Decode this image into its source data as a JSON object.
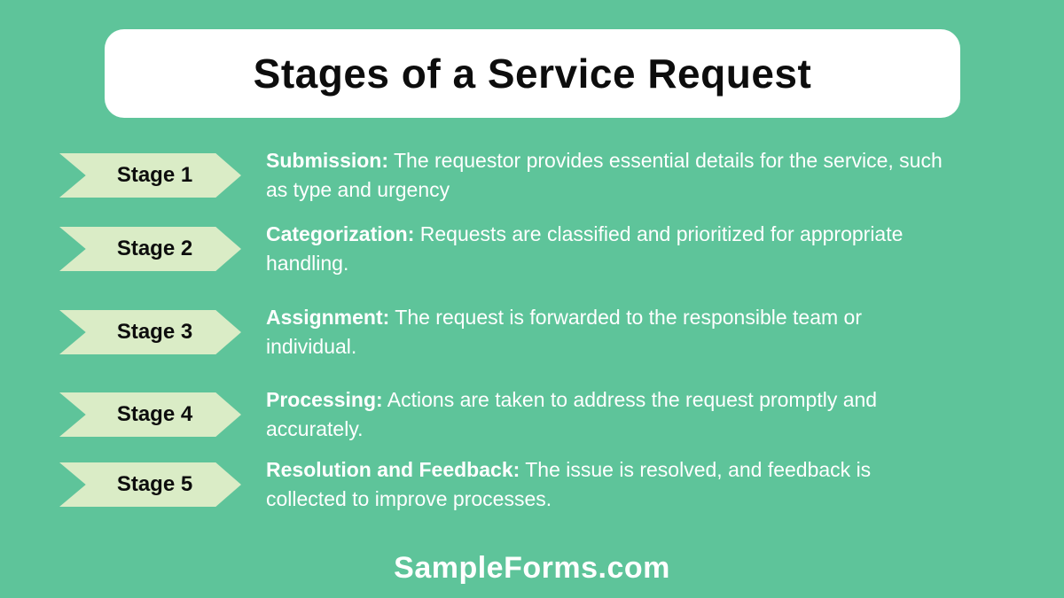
{
  "title": "Stages of a Service Request",
  "stages": [
    {
      "label": "Stage 1",
      "lead": "Submission:",
      "text": "The requestor provides essential details for the service, such as type and urgency"
    },
    {
      "label": "Stage 2",
      "lead": "Categorization:",
      "text": "Requests are classified and prioritized for appropriate handling."
    },
    {
      "label": "Stage 3",
      "lead": "Assignment:",
      "text": "The request is forwarded to the responsible team or individual."
    },
    {
      "label": "Stage 4",
      "lead": "Processing:",
      "text": "Actions are taken to address the request promptly and accurately."
    },
    {
      "label": "Stage 5",
      "lead": "Resolution and Feedback:",
      "text": "The issue is resolved, and feedback is collected to improve processes."
    }
  ],
  "footer": "SampleForms.com",
  "colors": {
    "background": "#5ec49a",
    "banner": "#daecc6",
    "title_text": "#0d0d0d",
    "body_text": "#ffffff"
  }
}
